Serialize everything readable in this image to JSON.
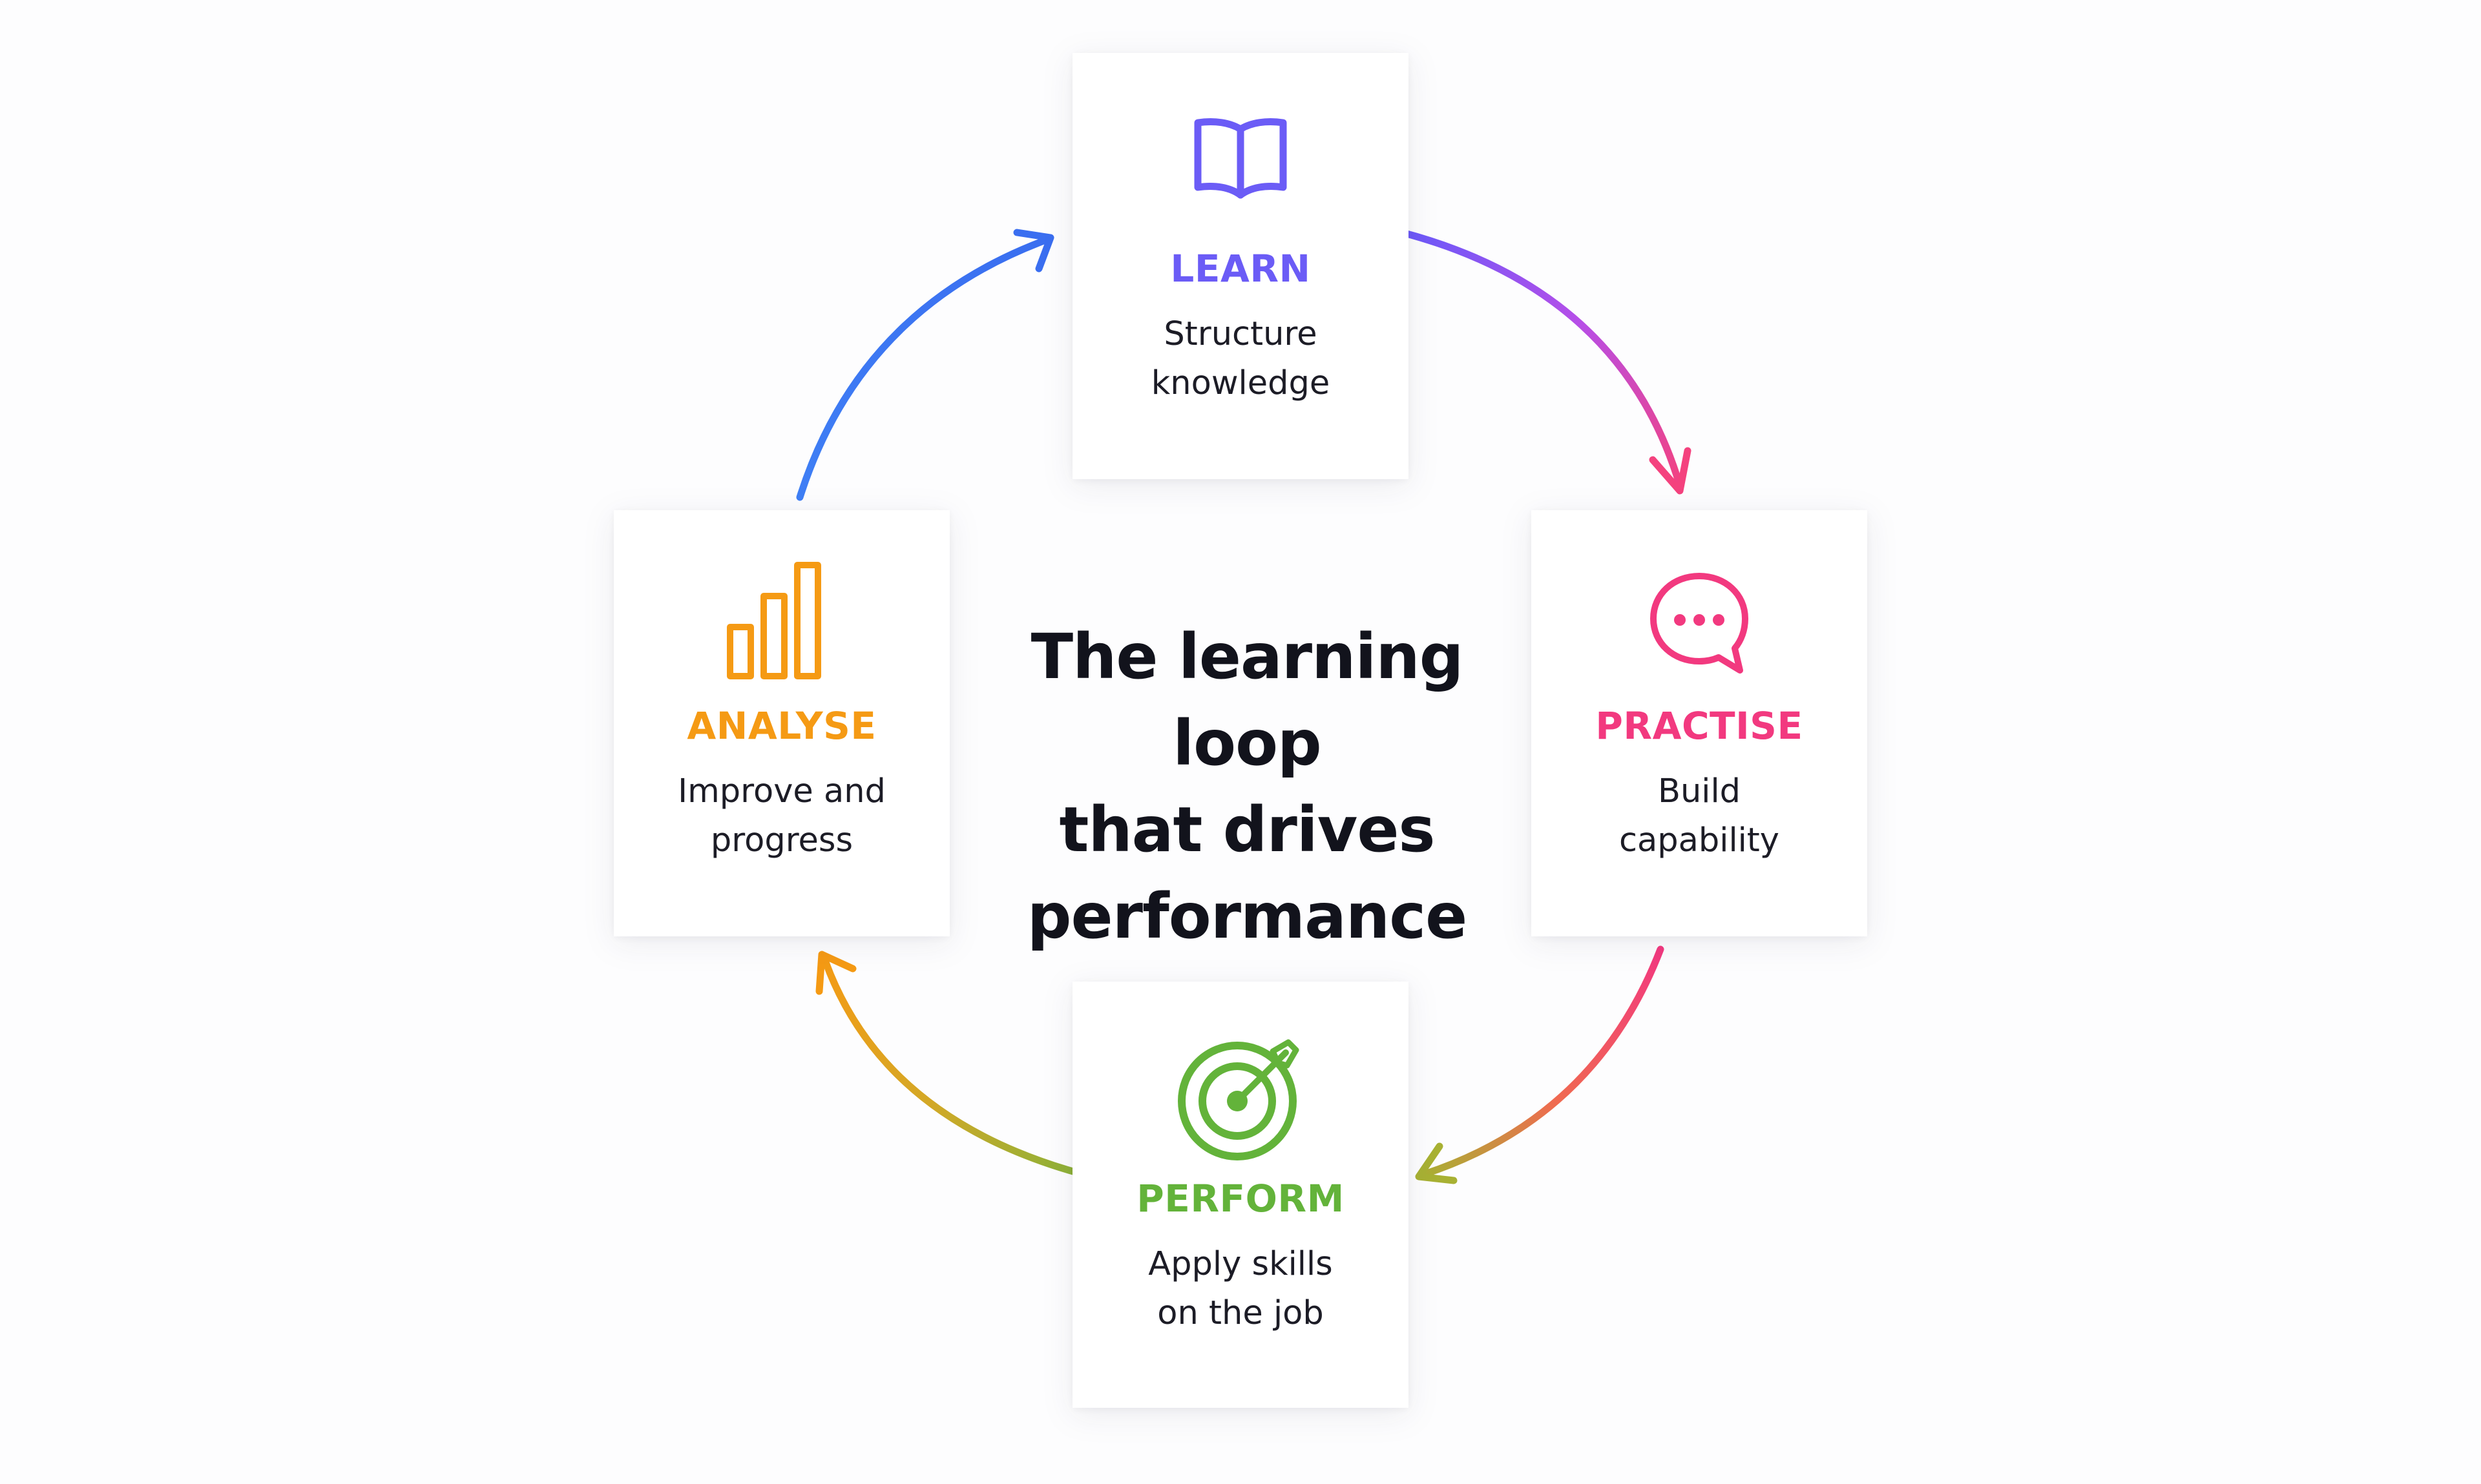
{
  "title": {
    "line1": "The learning loop",
    "line2": "that drives",
    "line3": "performance"
  },
  "nodes": {
    "learn": {
      "label": "LEARN",
      "sub1": "Structure",
      "sub2": "knowledge",
      "icon": "open-book-icon",
      "color": "#6b5cf6"
    },
    "practise": {
      "label": "PRACTISE",
      "sub1": "Build",
      "sub2": "capability",
      "icon": "chat-bubble-icon",
      "color": "#f2397f"
    },
    "perform": {
      "label": "PERFORM",
      "sub1": "Apply skills",
      "sub2": "on the job",
      "icon": "target-icon",
      "color": "#63b33a"
    },
    "analyse": {
      "label": "ANALYSE",
      "sub1": "Improve and",
      "sub2": "progress",
      "icon": "bar-chart-icon",
      "color": "#f59a14"
    }
  },
  "arrow_colors": {
    "learn_to_practise": [
      "#6a5af9",
      "#b64ee8",
      "#f4427e"
    ],
    "practise_to_perform": [
      "#f2397f",
      "#f06a50",
      "#a8b133"
    ],
    "perform_to_analyse": [
      "#86b23a",
      "#d4a826",
      "#f59a14"
    ],
    "analyse_to_learn": [
      "#3f7ff5",
      "#3a6ef0"
    ]
  }
}
